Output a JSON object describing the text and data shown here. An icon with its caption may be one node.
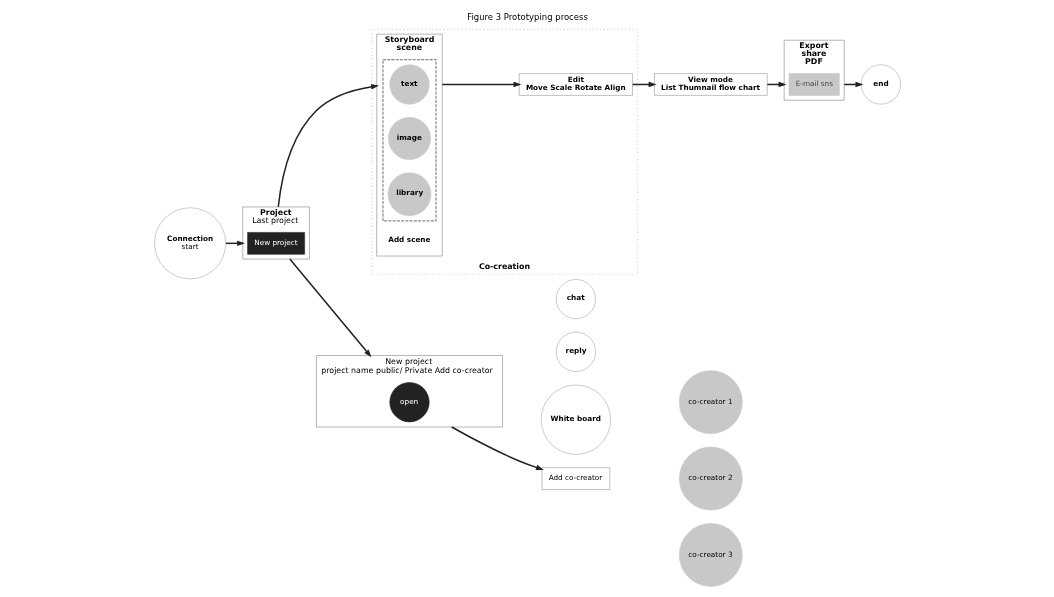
{
  "diagram": {
    "title": "Figure 3 Prototyping process",
    "nodes": [
      {
        "text": [
          "Connection",
          "start"
        ]
      },
      {
        "text": [
          "Project",
          "Last project"
        ]
      },
      {
        "text": [
          "New project"
        ],
        "in": 1
      },
      {
        "text": [
          "New project",
          "project name public/ Private Add co-creator"
        ]
      },
      {
        "text": [
          "open"
        ],
        "in": 3
      },
      {
        "text": [
          "Add co-creator"
        ]
      },
      {
        "text": [
          "co-creator 1"
        ]
      },
      {
        "text": [
          "co-creator 2"
        ]
      },
      {
        "text": [
          "co-creator 3"
        ]
      },
      {
        "text": [
          "Co-creation"
        ]
      },
      {
        "text": [
          "Storyboard",
          "scene"
        ],
        "in": 9
      },
      {
        "text": [],
        "shape": "box",
        "in": 10
      },
      {
        "text": [
          "text"
        ],
        "in": 11
      },
      {
        "text": [
          "image"
        ],
        "in": 11
      },
      {
        "text": [
          "library"
        ],
        "in": 11
      },
      {
        "text": [
          "Edit",
          "Move Scale Rotate Align"
        ],
        "in": 9
      },
      {
        "text": [
          "chat"
        ]
      },
      {
        "text": [
          "reply"
        ]
      },
      {
        "text": [
          "White board"
        ]
      },
      {
        "text": [
          "View mode",
          "List Thumnail flow chart"
        ]
      },
      {
        "text": [
          "Export",
          "share",
          "PDF"
        ]
      },
      {
        "text": [
          "E-mail sns"
        ],
        "in": 20
      },
      {
        "text": [
          "end"
        ]
      }
    ],
    "edges": [
      {
        "from": 0,
        "to": 1,
        "arrow": "to"
      },
      {
        "from": 1,
        "to": 3,
        "arrow": "to"
      },
      {
        "from": 3,
        "to": 5,
        "arrow": "to"
      },
      {
        "from": 1,
        "to": 10,
        "arrow": "to"
      },
      {
        "from": 10,
        "to": 15,
        "arrow": "to"
      },
      {
        "from": 15,
        "to": 19,
        "arrow": "to"
      },
      {
        "from": 19,
        "to": 20,
        "arrow": "to"
      },
      {
        "from": 20,
        "to": 22,
        "arrow": "to"
      }
    ],
    "labels": [
      "Add scene"
    ]
  }
}
